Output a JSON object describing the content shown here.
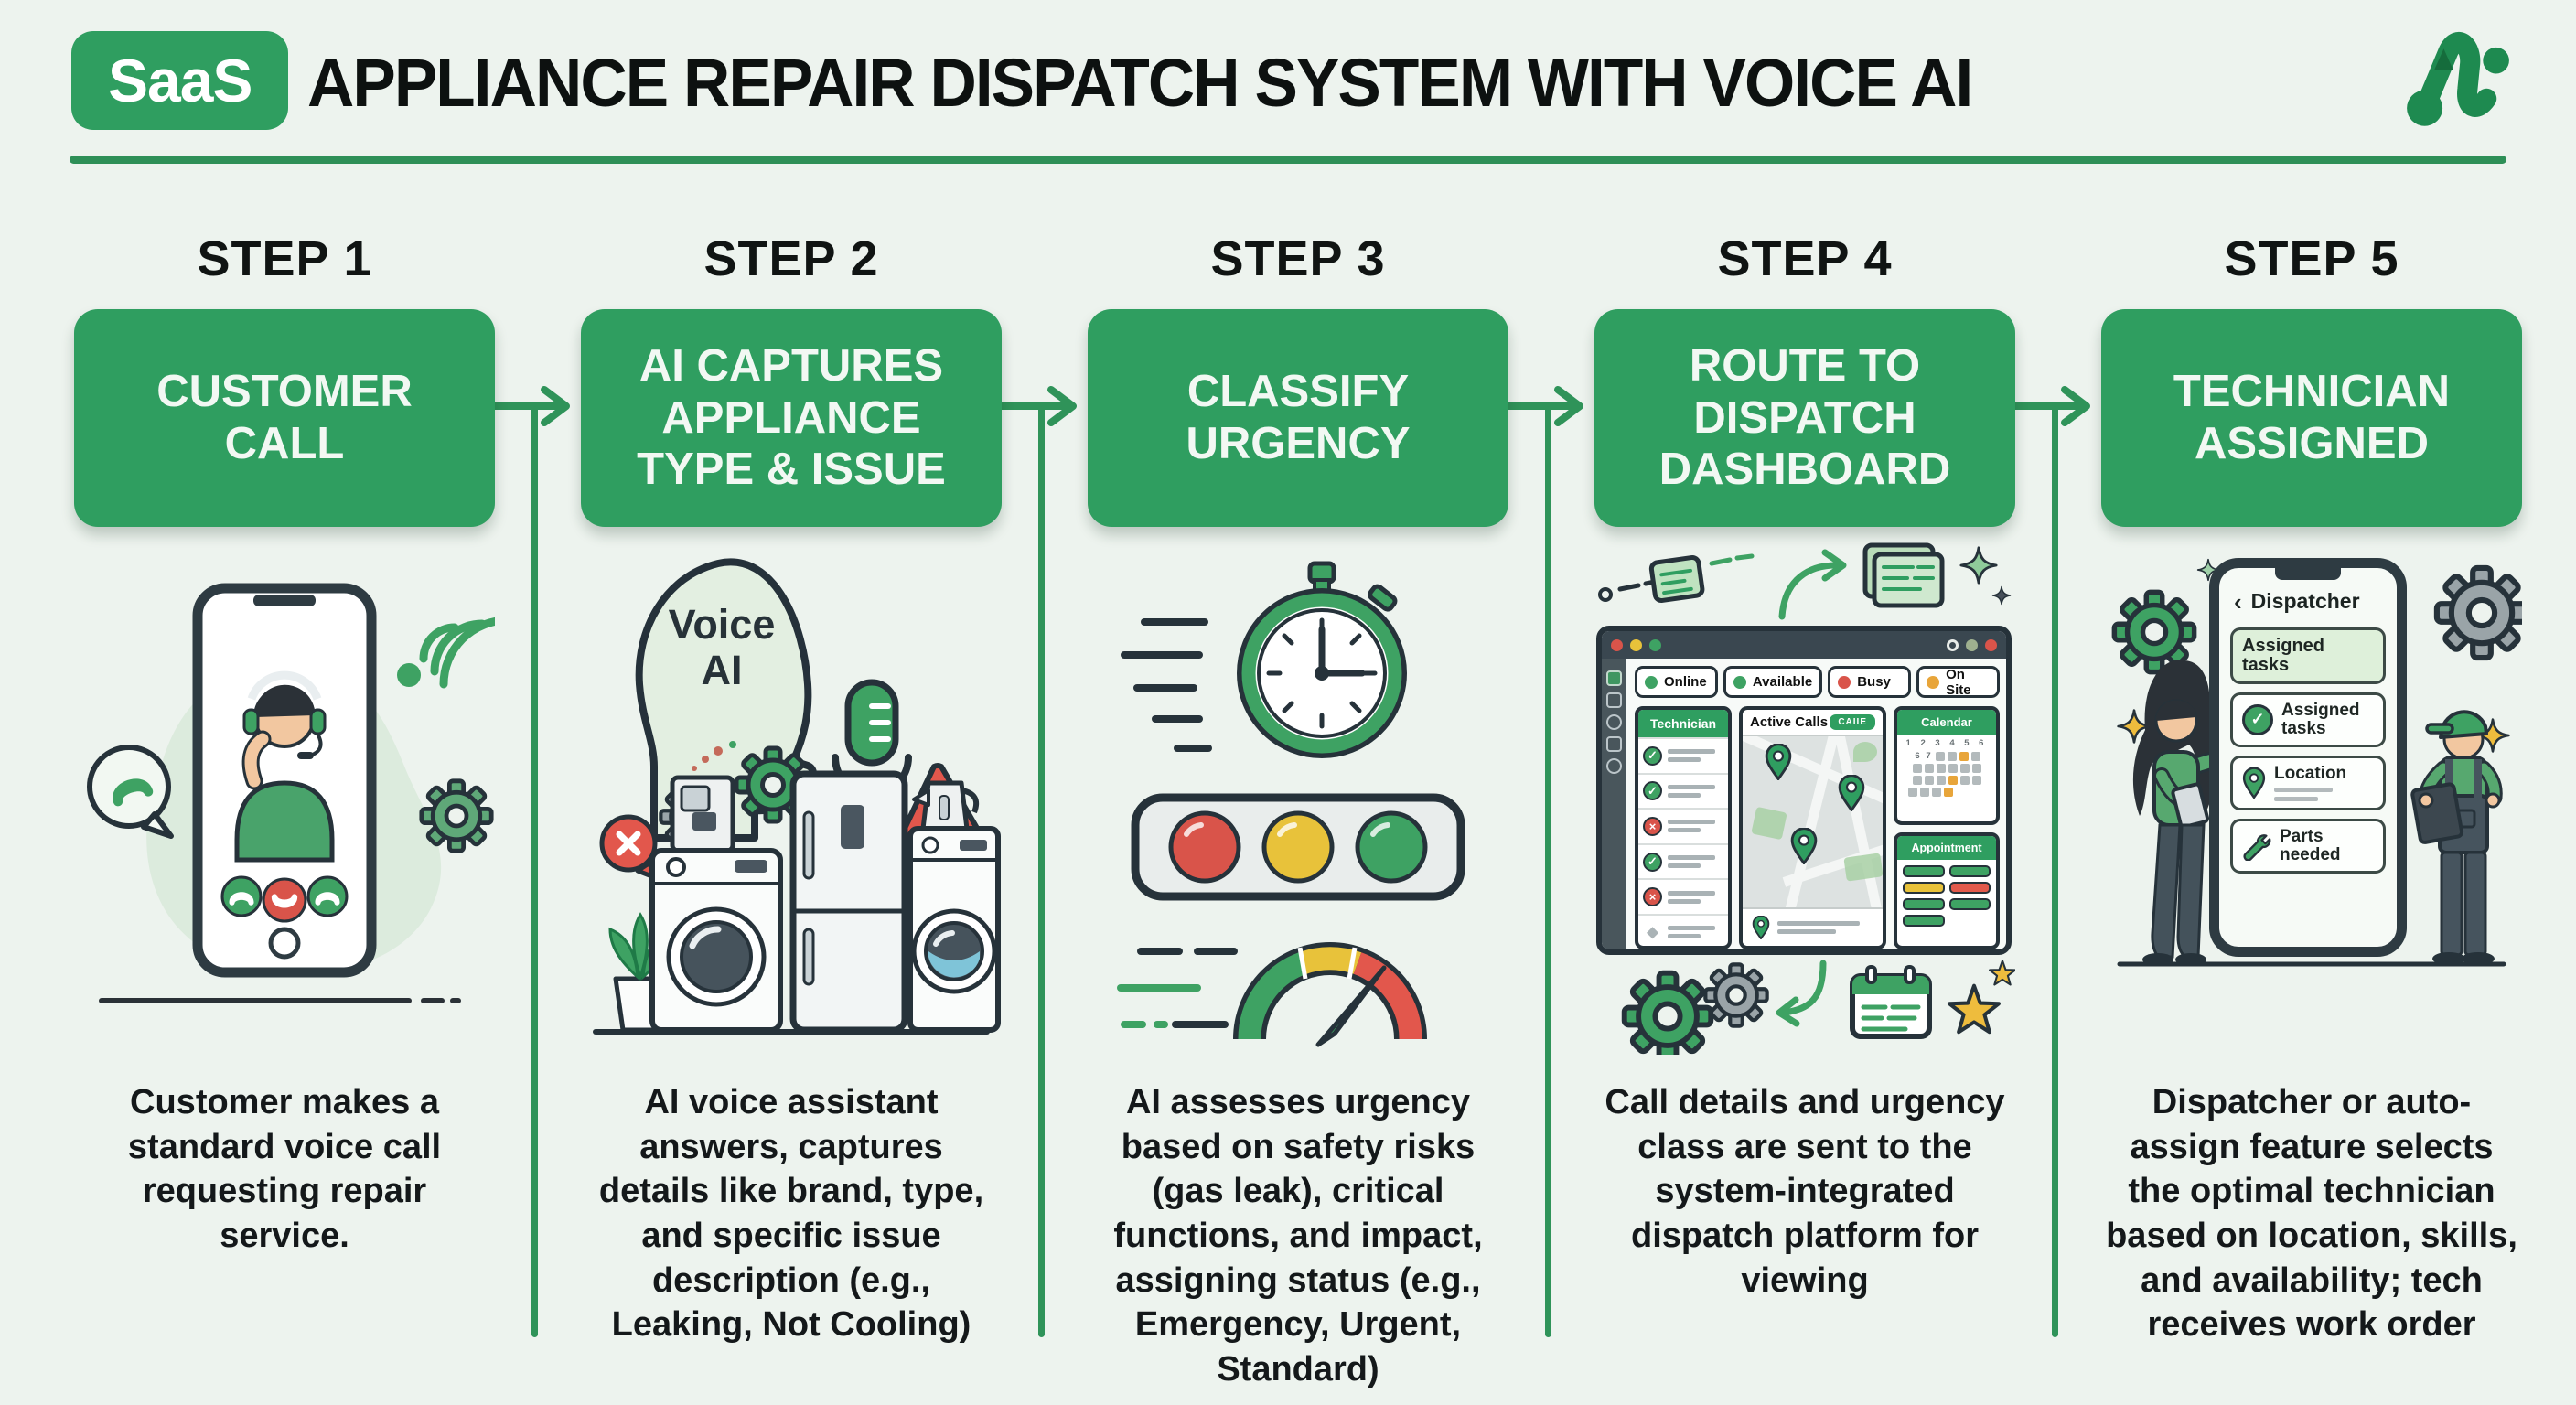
{
  "header": {
    "badge": "SaaS",
    "title": "APPLIANCE REPAIR DISPATCH SYSTEM WITH VOICE AI",
    "logo": "Ai brand mark"
  },
  "steps": [
    {
      "label": "STEP 1",
      "box": "CUSTOMER CALL",
      "description": "Customer makes a standard voice call requesting repair service."
    },
    {
      "label": "STEP 2",
      "box": "AI CAPTURES APPLIANCE TYPE & ISSUE",
      "description": "AI voice assistant answers, captures details like brand, type, and specific issue description (e.g., Leaking, Not Cooling)"
    },
    {
      "label": "STEP 3",
      "box": "CLASSIFY URGENCY",
      "description": "AI assesses urgency based on safety risks (gas leak), critical functions, and impact, assigning status (e.g., Emergency, Urgent, Standard)"
    },
    {
      "label": "STEP 4",
      "box": "ROUTE TO DISPATCH DASHBOARD",
      "description": "Call details and urgency class are sent to the system-integrated dispatch platform for viewing"
    },
    {
      "label": "STEP 5",
      "box": "TECHNICIAN ASSIGNED",
      "description": "Dispatcher or auto-assign feature selects the optimal technician based on location, skills, and availability; tech receives work order"
    }
  ],
  "voice_ai": {
    "line1": "Voice",
    "line2": "AI"
  },
  "dashboard": {
    "pills": [
      {
        "label": "Online",
        "color": "#3ea263"
      },
      {
        "label": "Available",
        "color": "#3ea263"
      },
      {
        "label": "Busy",
        "color": "#d9544a"
      },
      {
        "label": "On Site",
        "color": "#e8a53a"
      }
    ],
    "technician_header": "Technician",
    "technician_row_icons": [
      "check",
      "check",
      "x",
      "check",
      "x",
      "diamond"
    ],
    "active_calls_header": "Active Calls",
    "active_calls_badge": "CAIIE",
    "calendar_header": "Calendar",
    "calendar_week_row": "1 2 3 4 5 6",
    "calendar_next_row_start": [
      "6",
      "7"
    ],
    "appointment_header": "Appointment",
    "appointment_bar_colors": [
      "green",
      "green",
      "yellow",
      "red",
      "green",
      "green",
      "green"
    ]
  },
  "phone_ui": {
    "back_icon": "‹",
    "header": "Dispatcher",
    "cards": [
      "Assigned tasks",
      "Assigned tasks",
      "Location",
      "Parts needed"
    ]
  },
  "colors": {
    "green": "#2f9e60",
    "ink": "#26323a",
    "red": "#d9544a",
    "yellow": "#e8c23a",
    "orange": "#e8a53a",
    "gold": "#eebc3d",
    "bg": "#edf3ee",
    "lightgreen": "#e2efe2",
    "panel": "#f7faf8",
    "slate": "#46545e",
    "skin": "#f2c7a0",
    "gray": "#9aa4a8"
  }
}
